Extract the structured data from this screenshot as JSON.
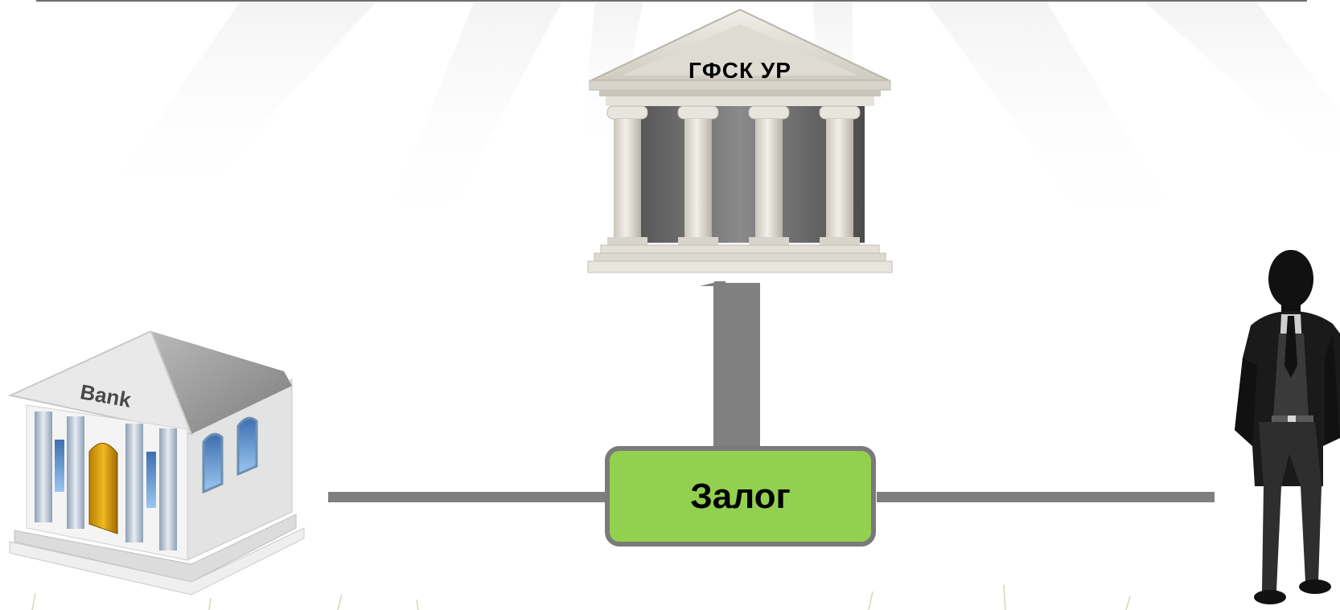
{
  "diagram": {
    "top_entity": {
      "label": "ГФСК УР",
      "icon": "government-building-icon"
    },
    "center_node": {
      "label": "Залог",
      "fill": "#92d050",
      "border": "#7a7a7a"
    },
    "left_entity": {
      "label": "Bank",
      "icon": "bank-building-icon"
    },
    "right_entity": {
      "icon": "businessman-silhouette-icon"
    },
    "connector_color": "#7f7f7f"
  }
}
